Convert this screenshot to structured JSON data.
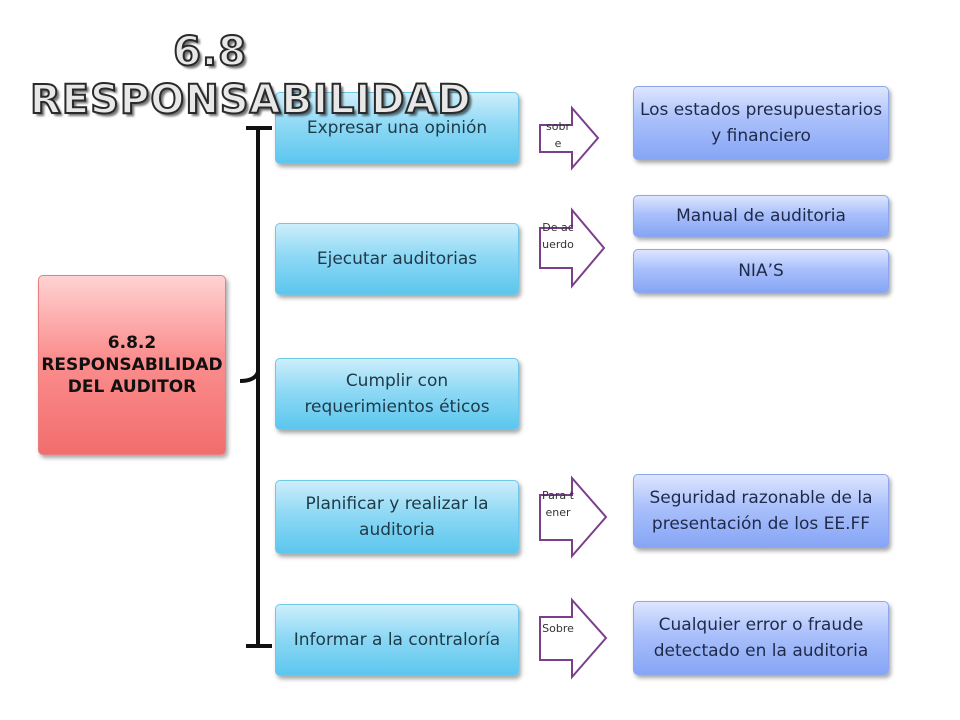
{
  "title": "6.8 RESPONSABILIDAD",
  "root": "6.8.2 RESPONSABILIDAD DEL AUDITOR",
  "tasks": [
    "Expresar una  opinión",
    "Ejecutar auditorias",
    "Cumplir con requerimientos éticos",
    "Planificar y realizar la auditoria",
    "Informar a la contraloría"
  ],
  "connectors": [
    "sobre",
    "De acuerdo",
    "Para tener",
    "Sobre"
  ],
  "targets": [
    "Los estados presupuestarios y financiero",
    "Manual de auditoria",
    "NIA’S",
    "Seguridad razonable de la presentación de los EE.FF",
    "Cualquier error o fraude detectado en la auditoria"
  ],
  "colors": {
    "task_fill": "#8fd9f5",
    "target_fill": "#aac0fb",
    "root_fill": "#fb8f8f",
    "arrow_stroke": "#7b3f8c"
  }
}
